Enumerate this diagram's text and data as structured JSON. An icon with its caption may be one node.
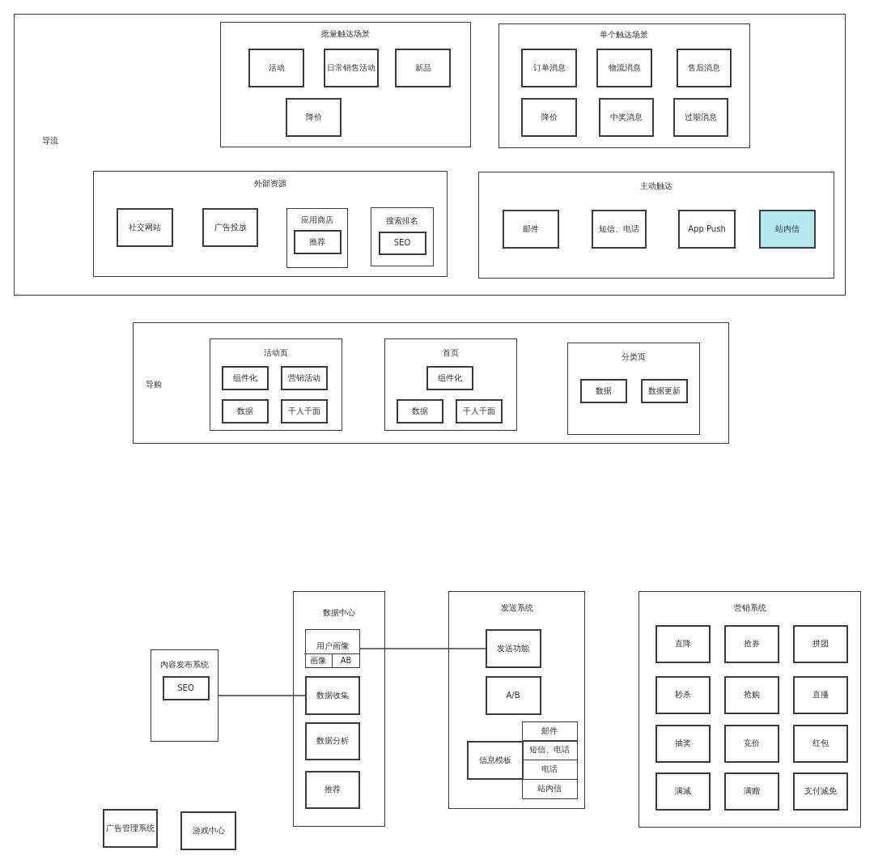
{
  "diagram": {
    "nodes": [
      {
        "text": [
          "导流"
        ]
      },
      {
        "text": [
          "批量触达场景"
        ],
        "in": 0
      },
      {
        "text": [
          "活动"
        ],
        "in": 1
      },
      {
        "text": [
          "日常销售活动"
        ],
        "in": 1
      },
      {
        "text": [
          "新品"
        ],
        "in": 1
      },
      {
        "text": [
          "降价"
        ],
        "in": 1
      },
      {
        "text": [
          "单个触达场景"
        ],
        "in": 0
      },
      {
        "text": [
          "订单消息"
        ],
        "in": 6
      },
      {
        "text": [
          "物流消息"
        ],
        "in": 6
      },
      {
        "text": [
          "售后消息"
        ],
        "in": 6
      },
      {
        "text": [
          "降价"
        ],
        "in": 6
      },
      {
        "text": [
          "中奖消息"
        ],
        "in": 6
      },
      {
        "text": [
          "过期消息"
        ],
        "in": 6
      },
      {
        "text": [
          "外部资源"
        ],
        "in": 0
      },
      {
        "text": [
          "社交网站"
        ],
        "in": 13
      },
      {
        "text": [
          "广告投放"
        ],
        "in": 13
      },
      {
        "text": [
          "应用商店"
        ],
        "in": 13
      },
      {
        "text": [
          "推荐"
        ],
        "in": 16
      },
      {
        "text": [
          "搜索排名"
        ],
        "in": 13
      },
      {
        "text": [
          "SEO"
        ],
        "in": 18
      },
      {
        "text": [
          "主动触达"
        ],
        "in": 0
      },
      {
        "text": [
          "邮件"
        ],
        "in": 20
      },
      {
        "text": [
          "短信、电话"
        ],
        "in": 20
      },
      {
        "text": [
          "App Push"
        ],
        "in": 20
      },
      {
        "text": [
          "站内信"
        ],
        "in": 20
      },
      {
        "text": [
          "导购"
        ]
      },
      {
        "text": [
          "活动页"
        ],
        "in": 25
      },
      {
        "text": [
          "组件化"
        ],
        "in": 26
      },
      {
        "text": [
          "营销活动"
        ],
        "in": 26
      },
      {
        "text": [
          "数据"
        ],
        "in": 26
      },
      {
        "text": [
          "千人千面"
        ],
        "in": 26
      },
      {
        "text": [
          "首页"
        ],
        "in": 25
      },
      {
        "text": [
          "组件化"
        ],
        "in": 31
      },
      {
        "text": [
          "数据"
        ],
        "in": 31
      },
      {
        "text": [
          "千人千面"
        ],
        "in": 31
      },
      {
        "text": [
          "分类页"
        ],
        "in": 25
      },
      {
        "text": [
          "数据"
        ],
        "in": 35
      },
      {
        "text": [
          "数据更新"
        ],
        "in": 35
      },
      {
        "text": [
          "内容发布系统"
        ]
      },
      {
        "text": [
          "SEO"
        ],
        "in": 38
      },
      {
        "text": [
          "数据中心"
        ]
      },
      {
        "text": [
          "用户画像"
        ],
        "in": 40
      },
      {
        "text": [
          "画像"
        ],
        "in": 41
      },
      {
        "text": [
          "AB"
        ],
        "in": 41
      },
      {
        "text": [
          "数据收集"
        ],
        "in": 40
      },
      {
        "text": [
          "数据分析"
        ],
        "in": 40
      },
      {
        "text": [
          "推荐"
        ],
        "in": 40
      },
      {
        "text": [
          "发送系统"
        ]
      },
      {
        "text": [
          "发送功能"
        ],
        "in": 47
      },
      {
        "text": [
          "A/B"
        ],
        "in": 47
      },
      {
        "text": [
          "信息模板"
        ],
        "in": 47
      },
      {
        "text": [
          "邮件"
        ],
        "in": 47
      },
      {
        "text": [
          "短信、电话"
        ],
        "in": 47
      },
      {
        "text": [
          "电话"
        ],
        "in": 47
      },
      {
        "text": [
          "站内信"
        ],
        "in": 47
      },
      {
        "text": [
          "营销系统"
        ]
      },
      {
        "text": [
          "直降"
        ],
        "in": 55
      },
      {
        "text": [
          "抢券"
        ],
        "in": 55
      },
      {
        "text": [
          "拼团"
        ],
        "in": 55
      },
      {
        "text": [
          "秒杀"
        ],
        "in": 55
      },
      {
        "text": [
          "抢购"
        ],
        "in": 55
      },
      {
        "text": [
          "直播"
        ],
        "in": 55
      },
      {
        "text": [
          "抽奖"
        ],
        "in": 55
      },
      {
        "text": [
          "竞价"
        ],
        "in": 55
      },
      {
        "text": [
          "红包"
        ],
        "in": 55
      },
      {
        "text": [
          "满减"
        ],
        "in": 55
      },
      {
        "text": [
          "满赠"
        ],
        "in": 55
      },
      {
        "text": [
          "支付减免"
        ],
        "in": 55
      },
      {
        "text": [
          "广告管理系统"
        ]
      },
      {
        "text": [
          "游戏中心"
        ]
      }
    ],
    "edges": [
      {
        "from": 38,
        "to": 44,
        "arrow": "none"
      },
      {
        "from": 41,
        "to": 48,
        "arrow": "none"
      }
    ]
  }
}
